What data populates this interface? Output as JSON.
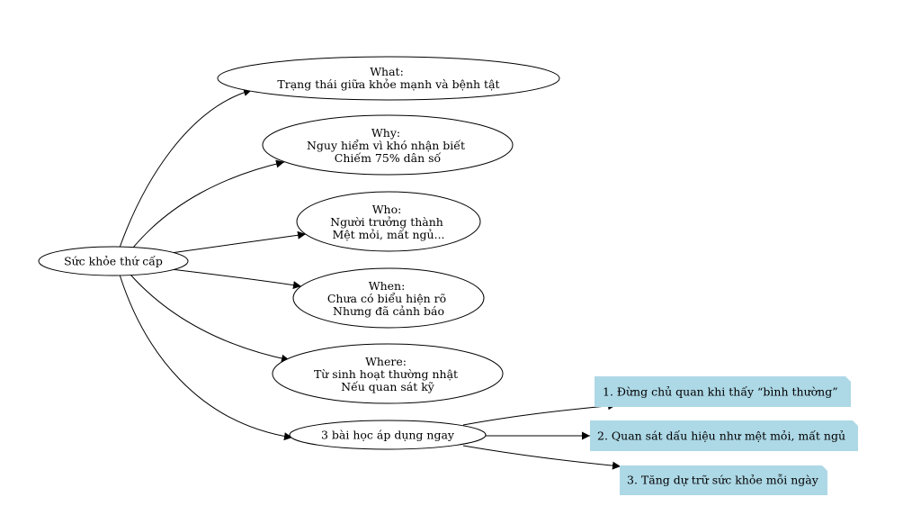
{
  "diagram": {
    "root": {
      "label": "Sức khỏe thứ cấp"
    },
    "branches": [
      {
        "lines": [
          "What:",
          "Trạng thái giữa khỏe mạnh và bệnh tật"
        ]
      },
      {
        "lines": [
          "Why:",
          "Nguy hiểm vì khó nhận biết",
          "Chiếm 75% dân số"
        ]
      },
      {
        "lines": [
          "Who:",
          "Người trưởng thành",
          "Mệt mỏi, mất ngủ..."
        ]
      },
      {
        "lines": [
          "When:",
          "Chưa có biểu hiện rõ",
          "Nhưng đã cảnh báo"
        ]
      },
      {
        "lines": [
          "Where:",
          "Từ sinh hoạt thường nhật",
          "Nếu quan sát kỹ"
        ]
      },
      {
        "lines": [
          "3 bài học áp dụng ngay"
        ]
      }
    ],
    "lessons": [
      {
        "label": "1. Đừng chủ quan khi thấy “bình thường”"
      },
      {
        "label": "2. Quan sát dấu hiệu như mệt mỏi, mất ngủ"
      },
      {
        "label": "3. Tăng dự trữ sức khỏe mỗi ngày"
      }
    ],
    "colors": {
      "lesson_fill": "#add8e6",
      "stroke": "#000000",
      "node_fill": "#ffffff"
    }
  }
}
